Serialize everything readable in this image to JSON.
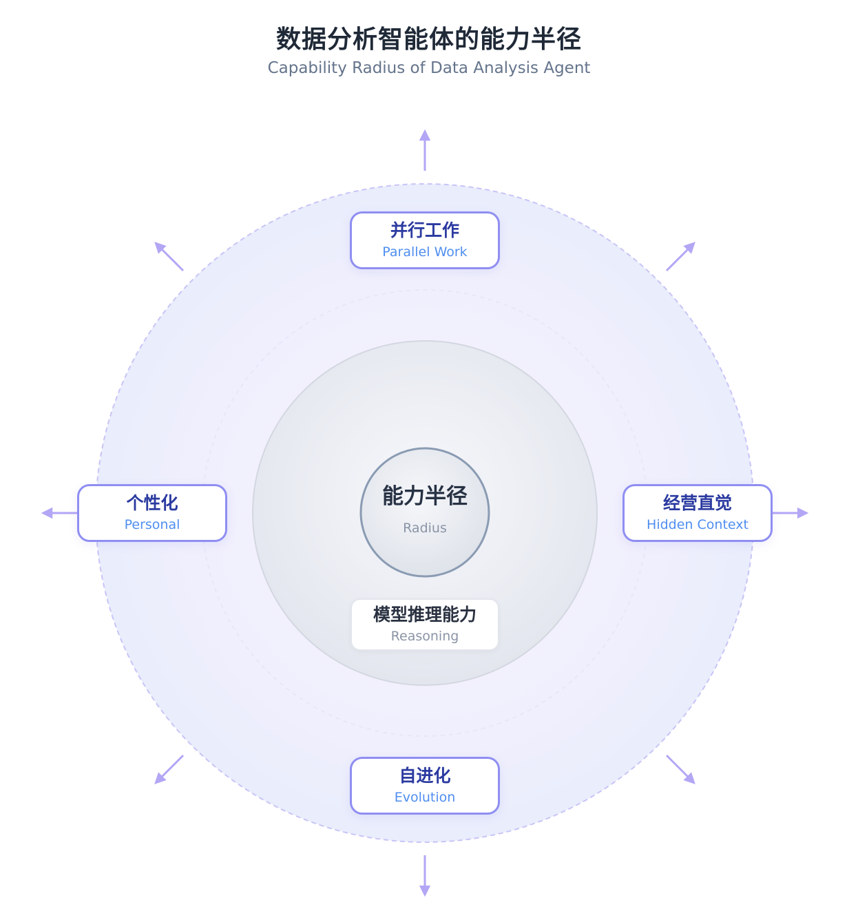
{
  "header": {
    "title": "数据分析智能体的能力半径",
    "subtitle": "Capability Radius of Data Analysis Agent"
  },
  "core": {
    "zh": "能力半径",
    "en": "Radius"
  },
  "inner_card": {
    "zh": "模型推理能力",
    "en": "Reasoning"
  },
  "capabilities": {
    "top": {
      "zh": "并行工作",
      "en": "Parallel Work"
    },
    "left": {
      "zh": "个性化",
      "en": "Personal"
    },
    "right": {
      "zh": "经营直觉",
      "en": "Hidden Context"
    },
    "bottom": {
      "zh": "自进化",
      "en": "Evolution"
    }
  },
  "colors": {
    "accent": "#8f8ef2",
    "arrow": "#b3a6f5",
    "title": "#2b3aa0",
    "subtitle": "#4f8ef0",
    "outer_circle": "#eef0fd"
  },
  "icons": {
    "expansion_arrows": [
      "arrow-up-icon",
      "arrow-up-right-icon",
      "arrow-right-icon",
      "arrow-down-right-icon",
      "arrow-down-icon",
      "arrow-down-left-icon",
      "arrow-left-icon",
      "arrow-up-left-icon"
    ]
  }
}
